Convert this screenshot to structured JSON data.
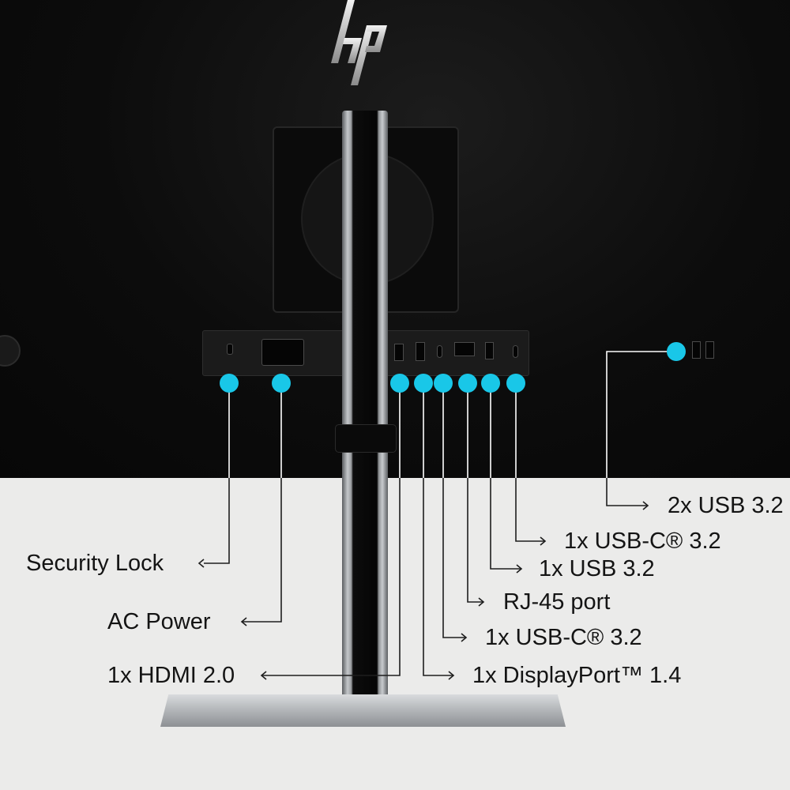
{
  "brand": {
    "logo": "hp-logo"
  },
  "accent_color": "#19c7e8",
  "labels": {
    "security_lock": "Security Lock",
    "ac_power": "AC Power",
    "hdmi": "1x HDMI 2.0",
    "displayport": "1x DisplayPort™ 1.4",
    "usbc_1": "1x USB-C® 3.2",
    "rj45": "RJ-45 port",
    "usb_1": "1x USB 3.2",
    "usbc_2": "1x USB-C® 3.2",
    "usb_side": "2x USB 3.2"
  }
}
